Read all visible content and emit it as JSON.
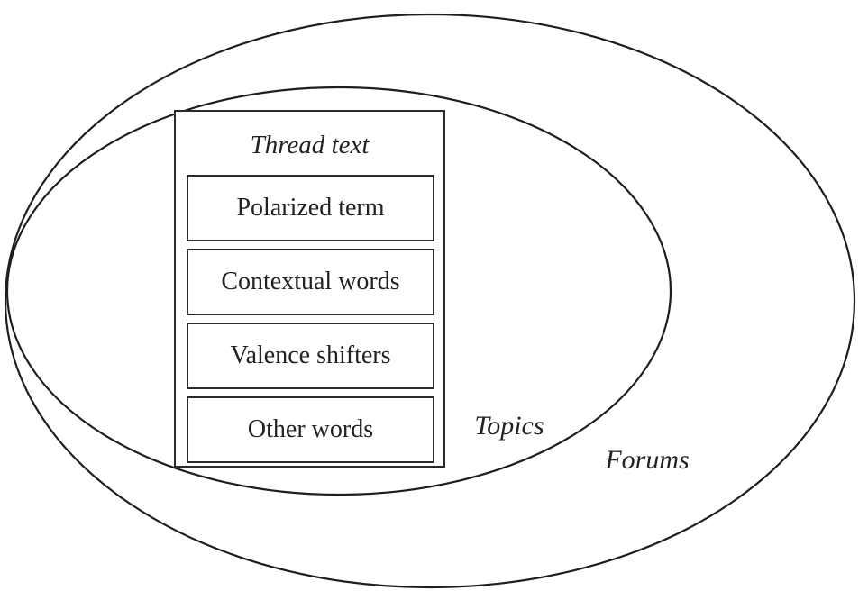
{
  "thread_text": {
    "title": "Thread text",
    "items": [
      {
        "label": "Polarized term"
      },
      {
        "label": "Contextual words"
      },
      {
        "label": "Valence shifters"
      },
      {
        "label": "Other words"
      }
    ]
  },
  "topics_label": "Topics",
  "forums_label": "Forums"
}
